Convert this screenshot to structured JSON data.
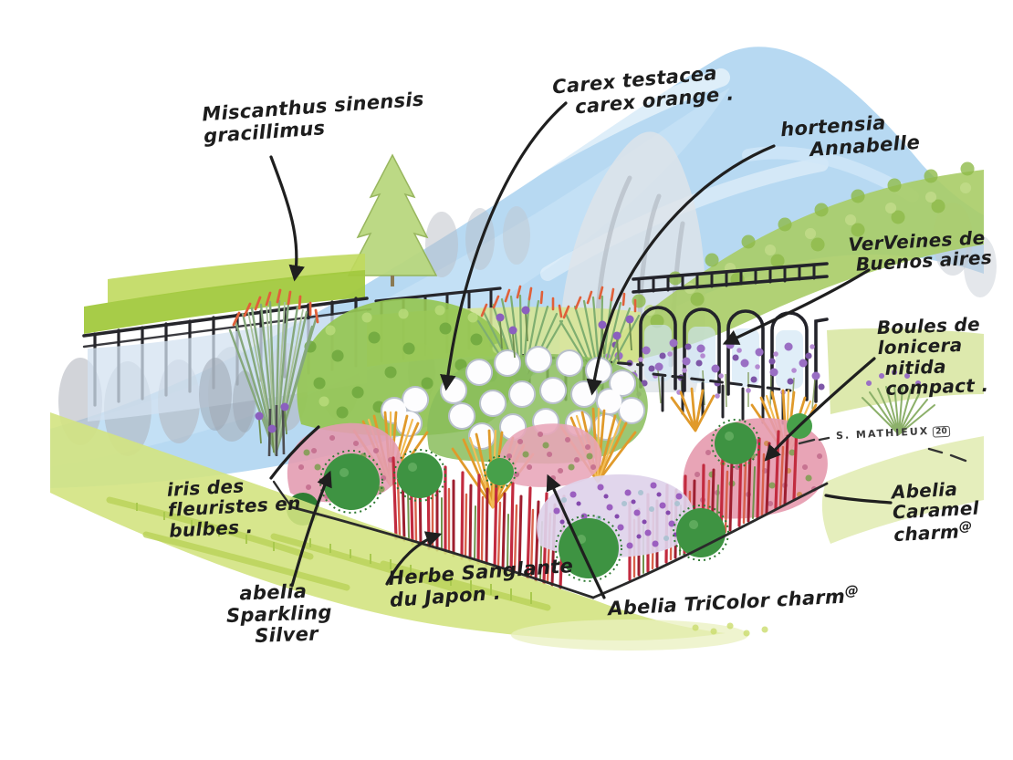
{
  "title": "Hand-drawn watercolor planting plan of a garden border",
  "labels": {
    "miscanthus": {
      "text": "Miscanthus sinensis\ngracillimus"
    },
    "carex": {
      "text": "Carex testacea\n   carex orange ."
    },
    "hortensia": {
      "text": "hortensia\n    Annabelle"
    },
    "verveines": {
      "text": "VerVeines de\n Buenos aires"
    },
    "boules": {
      "text": "Boules de\nlonicera\n nitida\n compact ."
    },
    "abelia_caramel": {
      "text": "Abelia\nCaramel\ncharm",
      "mark": "@"
    },
    "iris": {
      "text": "iris des\nfleuristes en\nbulbes ."
    },
    "abelia_sparkling": {
      "text": "  abelia\nSparkling\n    Silver"
    },
    "herbe_sanglante": {
      "text": "Herbe Sanglante\ndu Japon ."
    },
    "abelia_tricolor": {
      "text": "Abelia TriColor charm",
      "mark": "@"
    }
  },
  "signature": {
    "artist": "S. MATHIEUX",
    "badge": "20"
  },
  "colors": {
    "ink": "#1f1f1f",
    "sky_blue": "#a5d0ef",
    "hedge_green": "#a2c93e",
    "lawn_green": "#d3e381",
    "hill_green": "#a8cc66",
    "carex_orange": "#e09a2b",
    "blood_grass_red": "#c22b3f",
    "abelia_pink": "#e39cb1",
    "verbena_purple": "#9a6fc4",
    "lonicera_green": "#3e9342",
    "hydrangea_white": "#fdfdfe"
  }
}
